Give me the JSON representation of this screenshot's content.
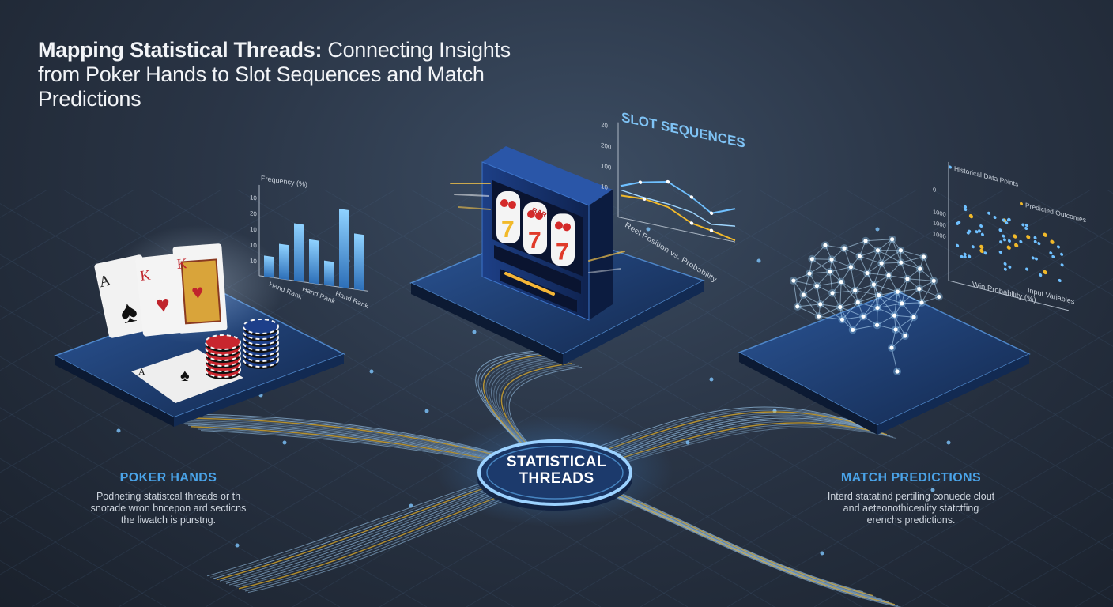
{
  "title": {
    "bold": "Mapping Statistical Threads:",
    "rest": " Connecting Insights from Poker Hands to Slot Sequences and Match Predictions"
  },
  "hub": {
    "line1": "STATISTICAL",
    "line2": "THREADS"
  },
  "poker": {
    "heading": "POKER HANDS",
    "body": [
      "Podneting statistcal threads or th",
      "snotade wron bncepon ard secticns",
      "the liwatch is purstng."
    ],
    "chart": {
      "ylabel": "Frequency (%)",
      "ticks": [
        "10",
        "20",
        "10",
        "10",
        "10"
      ],
      "xlabels": [
        "Hand Rank",
        "Hand Rank",
        "Hand Rank"
      ],
      "values": [
        12,
        20,
        33,
        25,
        14,
        45,
        32
      ]
    }
  },
  "slot": {
    "chart_title": "SLOT SEQUENCES",
    "ticks": [
      "20",
      "200",
      "100",
      "10"
    ],
    "xlabel": "Reel Position vs. Probability",
    "reels": [
      "7",
      "7",
      "7"
    ],
    "bar_text": "BAR"
  },
  "match": {
    "heading": "MATCH PREDICTIONS",
    "body": [
      "Interd statatind pertiling conuede clout",
      "and aeteonothicenlity statctfing",
      "erenchs predictions."
    ],
    "chart": {
      "legend": [
        "Historical Data Points",
        "Predicted Outcomes"
      ],
      "ticks": [
        "0",
        "1000",
        "1000",
        "1000"
      ],
      "xlabel": "Input Variables",
      "ylabel": "Win Probability (%)"
    }
  },
  "colors": {
    "accent": "#4aa3e8",
    "gold": "#f1b92a",
    "platform": "#1e3a66",
    "chip_red": "#c8262e",
    "chip_blue": "#1d3f8a"
  }
}
